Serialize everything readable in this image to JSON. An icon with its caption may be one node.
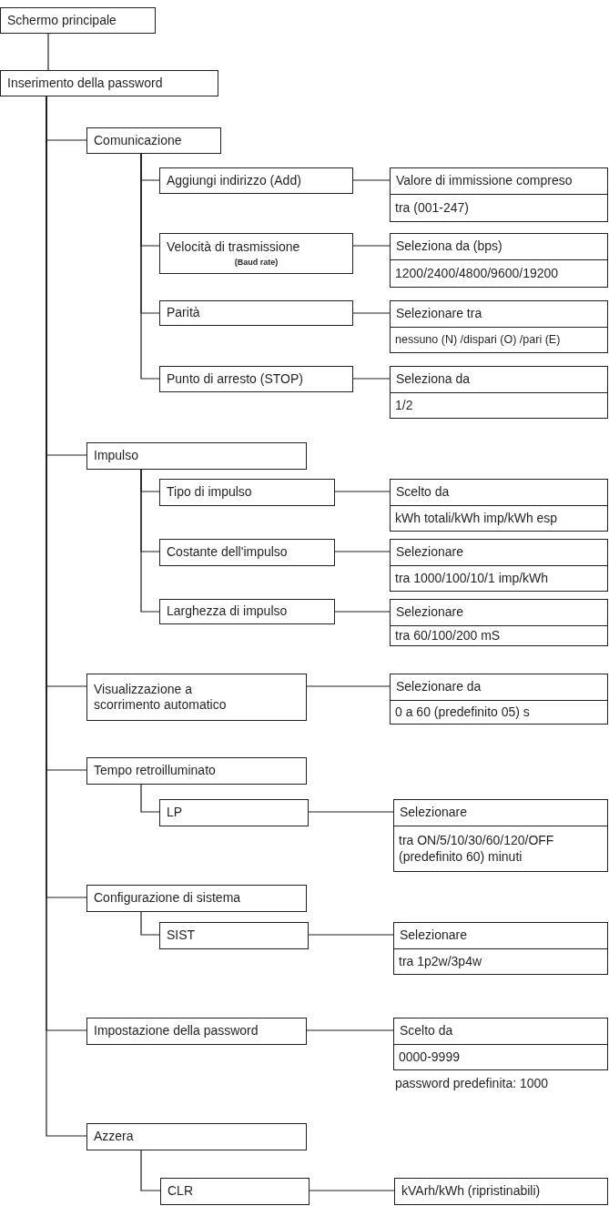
{
  "diagram": {
    "nodes": [
      {
        "text": [
          "Schermo principale"
        ]
      },
      {
        "text": [
          "Inserimento della password"
        ]
      },
      {
        "text": [
          "Comunicazione"
        ]
      },
      {
        "text": [
          "Aggiungi indirizzo (Add)"
        ]
      },
      {
        "text": [
          "Valore di immissione compreso",
          "tra (001-247)"
        ]
      },
      {
        "text": [
          "Velocità di trasmissione",
          "(Baud rate)"
        ]
      },
      {
        "text": [
          "Seleziona da (bps)",
          "1200/2400/4800/9600/19200"
        ]
      },
      {
        "text": [
          "Parità"
        ]
      },
      {
        "text": [
          "Selezionare tra",
          "nessuno (N) /dispari (O) /pari (E)"
        ]
      },
      {
        "text": [
          "Punto di arresto (STOP)"
        ]
      },
      {
        "text": [
          "Seleziona da",
          "1/2"
        ]
      },
      {
        "text": [
          "Impulso"
        ]
      },
      {
        "text": [
          "Tipo di impulso"
        ]
      },
      {
        "text": [
          "Scelto da",
          "kWh totali/kWh imp/kWh esp"
        ]
      },
      {
        "text": [
          "Costante dell'impulso"
        ]
      },
      {
        "text": [
          "Selezionare",
          "tra 1000/100/10/1 imp/kWh"
        ]
      },
      {
        "text": [
          "Larghezza di impulso"
        ]
      },
      {
        "text": [
          "Selezionare",
          "tra 60/100/200 mS"
        ]
      },
      {
        "text": [
          "Visualizzazione a scorrimento automatico"
        ]
      },
      {
        "text": [
          "Selezionare da",
          "0 a 60 (predefinito 05) s"
        ]
      },
      {
        "text": [
          "Tempo retroilluminato"
        ]
      },
      {
        "text": [
          "LP"
        ]
      },
      {
        "text": [
          "Selezionare",
          "tra ON/5/10/30/60/120/OFF (predefinito 60) minuti"
        ]
      },
      {
        "text": [
          "Configurazione di sistema"
        ]
      },
      {
        "text": [
          "SIST"
        ]
      },
      {
        "text": [
          "Selezionare",
          "tra 1p2w/3p4w"
        ]
      },
      {
        "text": [
          "Impostazione della password"
        ]
      },
      {
        "text": [
          "Scelto da",
          "0000-9999"
        ],
        "beside": [
          "password predefinita: 1000"
        ]
      },
      {
        "text": [
          "Azzera"
        ]
      },
      {
        "text": [
          "CLR"
        ]
      },
      {
        "text": [
          "kVArh/kWh (ripristinabili)"
        ]
      }
    ],
    "edges": [
      {
        "from": 0,
        "to": 1,
        "arrow": "none"
      },
      {
        "from": 1,
        "to": 2,
        "arrow": "none"
      },
      {
        "from": 2,
        "to": 3,
        "arrow": "none"
      },
      {
        "from": 3,
        "to": 4,
        "arrow": "none"
      },
      {
        "from": 2,
        "to": 5,
        "arrow": "none"
      },
      {
        "from": 5,
        "to": 6,
        "arrow": "none"
      },
      {
        "from": 2,
        "to": 7,
        "arrow": "none"
      },
      {
        "from": 7,
        "to": 8,
        "arrow": "none"
      },
      {
        "from": 2,
        "to": 9,
        "arrow": "none"
      },
      {
        "from": 9,
        "to": 10,
        "arrow": "none"
      },
      {
        "from": 1,
        "to": 11,
        "arrow": "none"
      },
      {
        "from": 11,
        "to": 12,
        "arrow": "none"
      },
      {
        "from": 12,
        "to": 13,
        "arrow": "none"
      },
      {
        "from": 11,
        "to": 14,
        "arrow": "none"
      },
      {
        "from": 14,
        "to": 15,
        "arrow": "none"
      },
      {
        "from": 11,
        "to": 16,
        "arrow": "none"
      },
      {
        "from": 16,
        "to": 17,
        "arrow": "none"
      },
      {
        "from": 1,
        "to": 18,
        "arrow": "none"
      },
      {
        "from": 18,
        "to": 19,
        "arrow": "none"
      },
      {
        "from": 1,
        "to": 20,
        "arrow": "none"
      },
      {
        "from": 20,
        "to": 21,
        "arrow": "none"
      },
      {
        "from": 21,
        "to": 22,
        "arrow": "none"
      },
      {
        "from": 1,
        "to": 23,
        "arrow": "none"
      },
      {
        "from": 23,
        "to": 24,
        "arrow": "none"
      },
      {
        "from": 24,
        "to": 25,
        "arrow": "none"
      },
      {
        "from": 1,
        "to": 26,
        "arrow": "none"
      },
      {
        "from": 26,
        "to": 27,
        "arrow": "none"
      },
      {
        "from": 1,
        "to": 28,
        "arrow": "none"
      },
      {
        "from": 28,
        "to": 29,
        "arrow": "none"
      },
      {
        "from": 29,
        "to": 30,
        "arrow": "none"
      }
    ]
  }
}
